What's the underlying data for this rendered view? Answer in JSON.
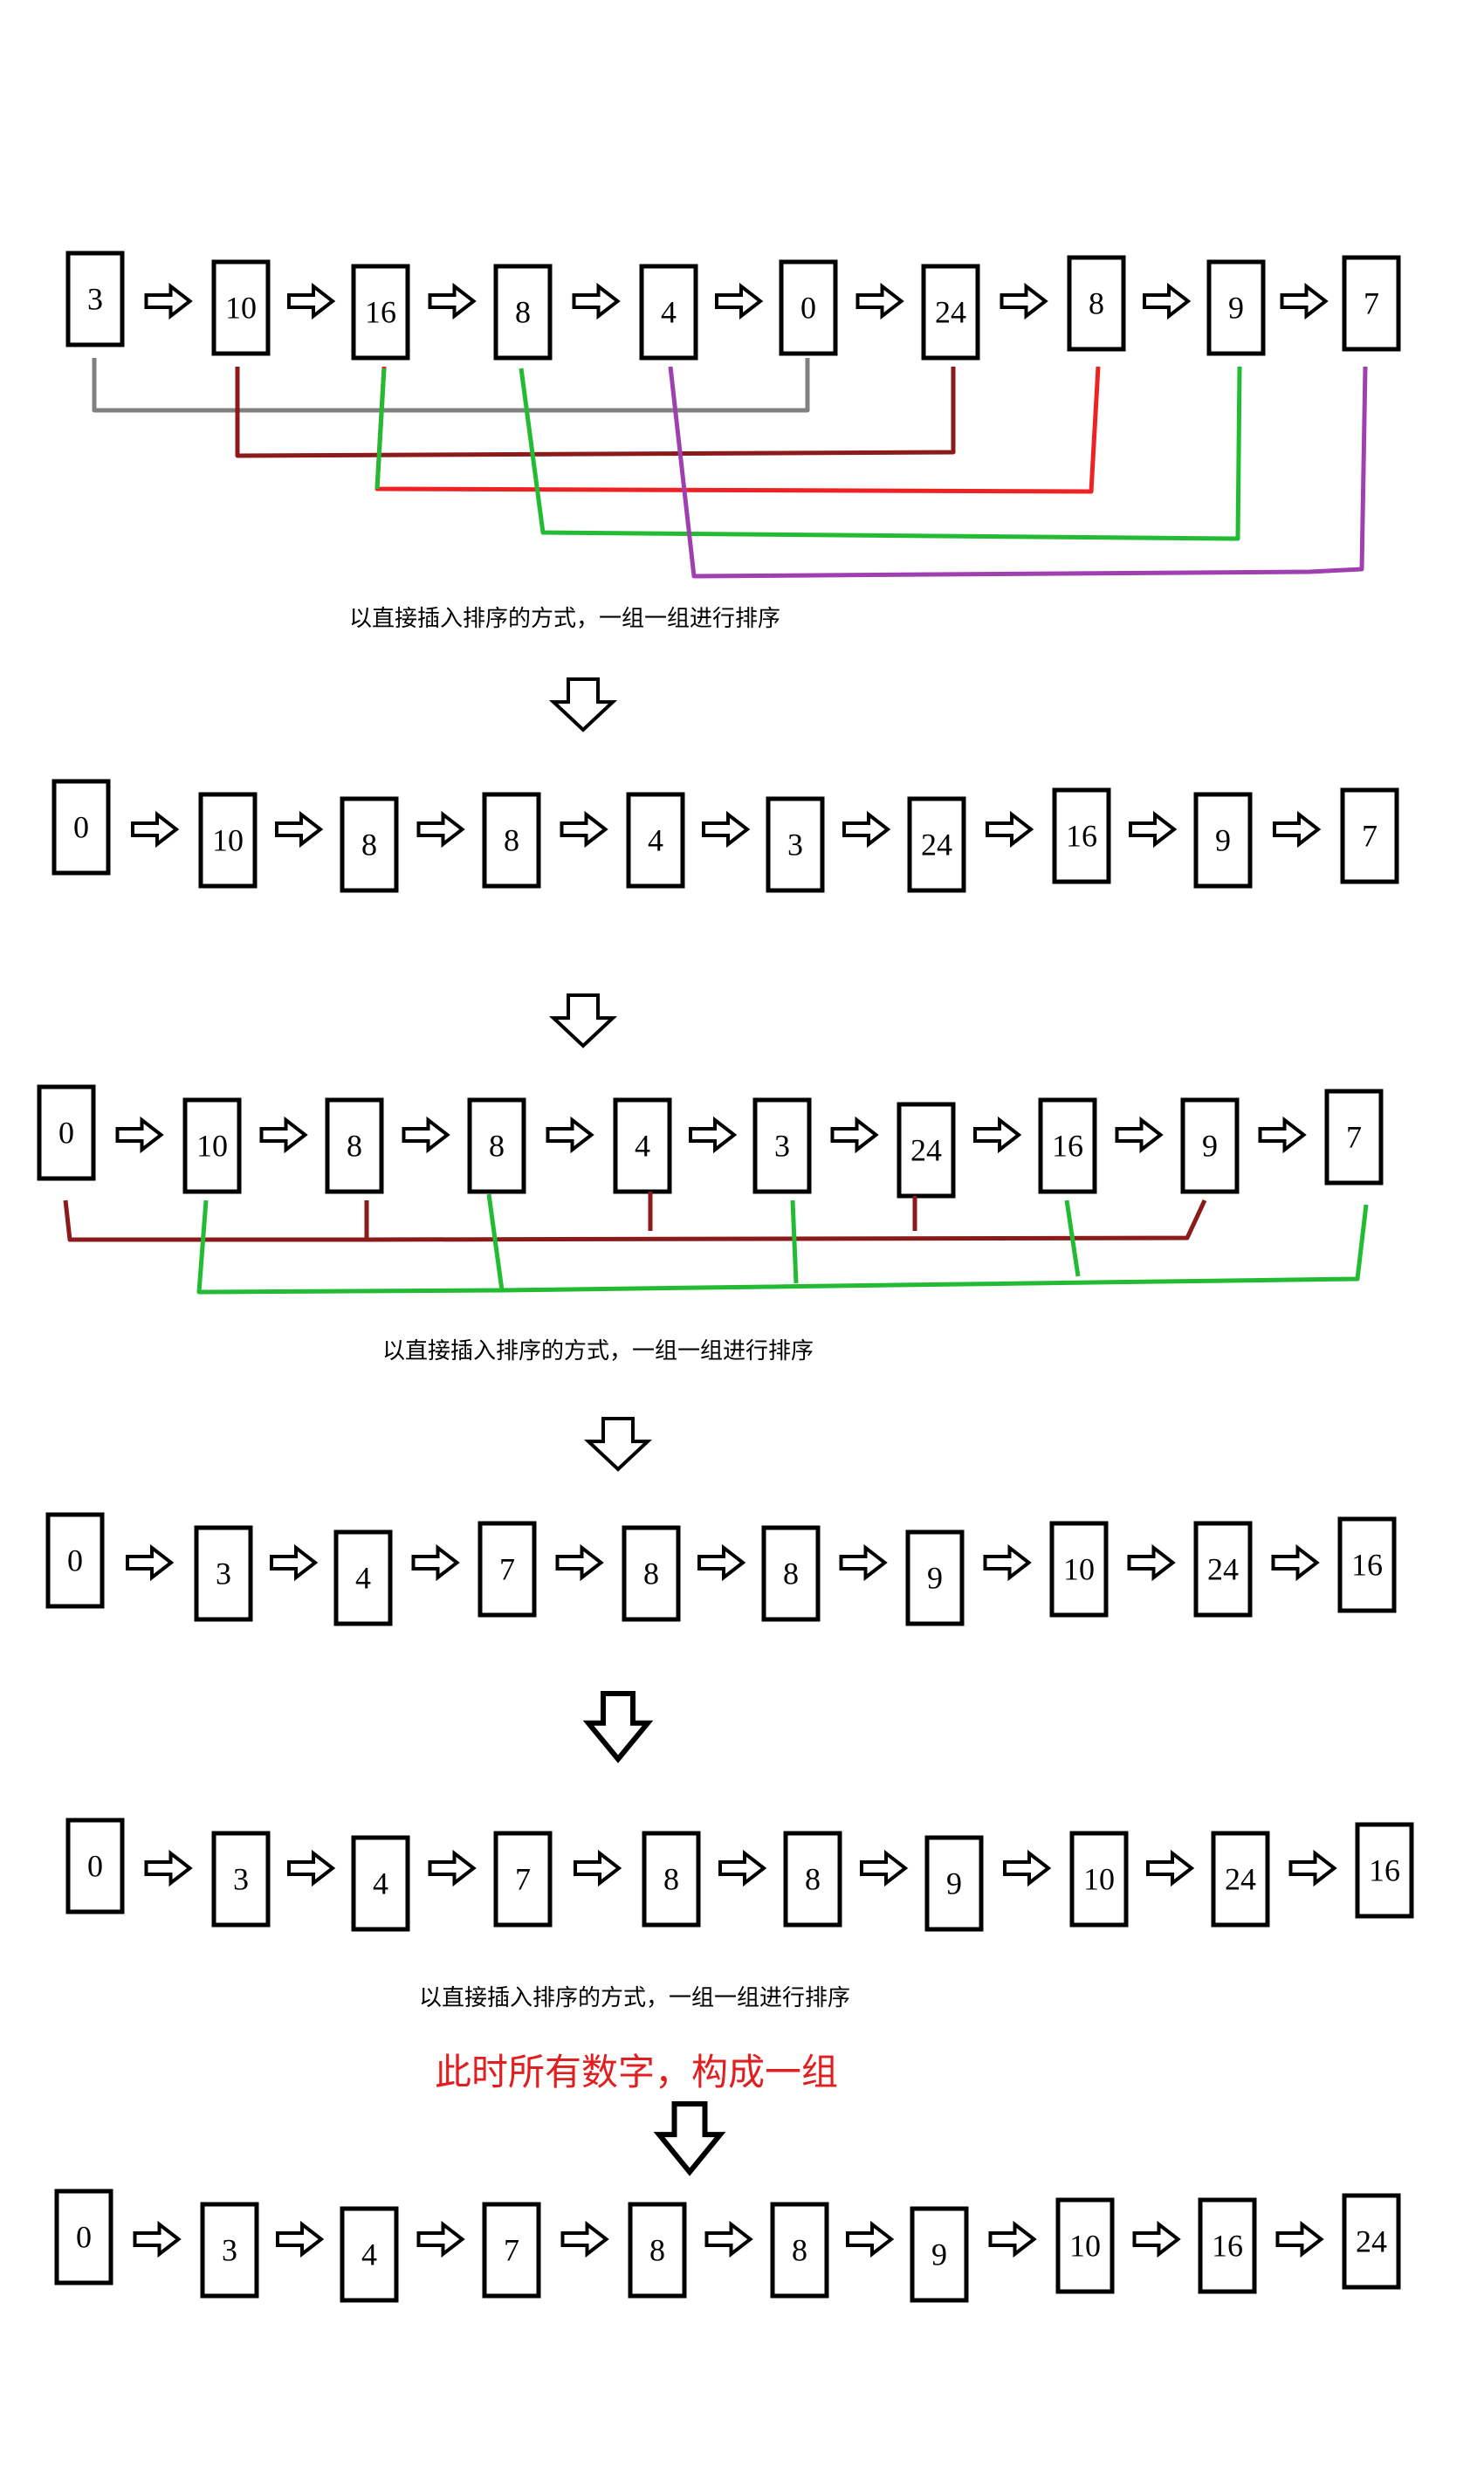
{
  "rows": [
    [
      "3",
      "10",
      "16",
      "8",
      "4",
      "0",
      "24",
      "8",
      "9",
      "7"
    ],
    [
      "0",
      "10",
      "8",
      "8",
      "4",
      "3",
      "24",
      "16",
      "9",
      "7"
    ],
    [
      "0",
      "10",
      "8",
      "8",
      "4",
      "3",
      "24",
      "16",
      "9",
      "7"
    ],
    [
      "0",
      "3",
      "4",
      "7",
      "8",
      "8",
      "9",
      "10",
      "24",
      "16"
    ],
    [
      "0",
      "3",
      "4",
      "7",
      "8",
      "8",
      "9",
      "10",
      "24",
      "16"
    ],
    [
      "0",
      "3",
      "4",
      "7",
      "8",
      "8",
      "9",
      "10",
      "16",
      "24"
    ]
  ],
  "notes": {
    "step1": "以直接插入排序的方式，一组一组进行排序",
    "step2": "以直接插入排序的方式，一组一组进行排序",
    "step3": "以直接插入排序的方式，一组一组进行排序",
    "final_group": "此时所有数字，构成一组"
  },
  "colors": {
    "gray": "#808080",
    "dark_red": "#8b1a1a",
    "red": "#ee2222",
    "green": "#22bb33",
    "purple": "#a040b0"
  }
}
